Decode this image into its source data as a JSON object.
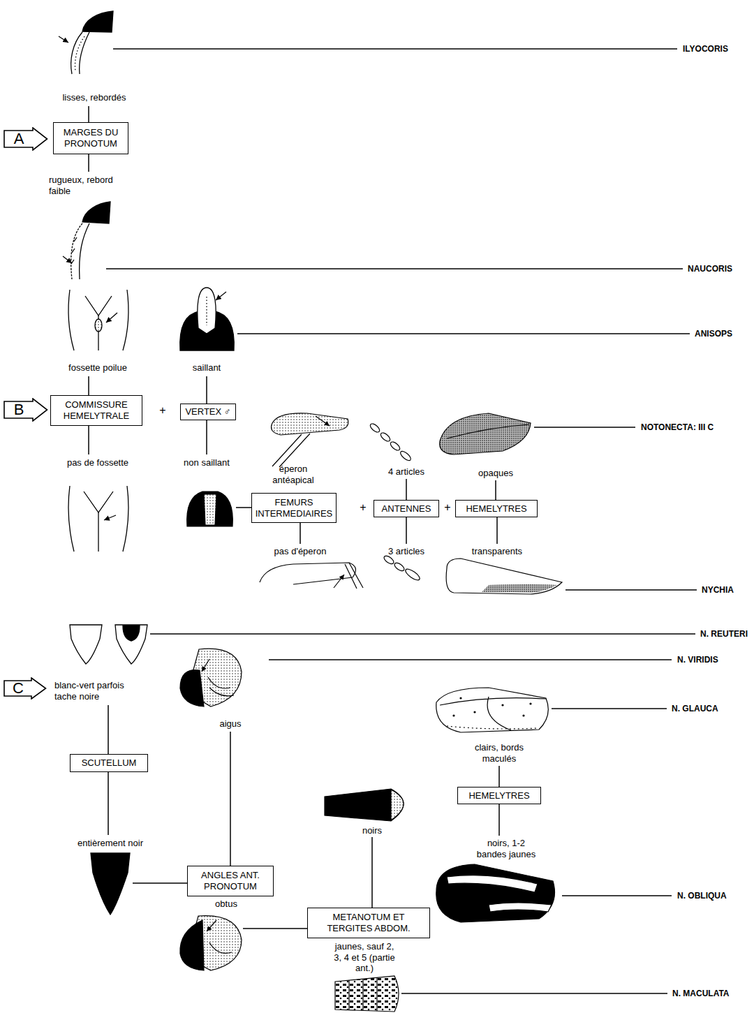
{
  "diagram": {
    "nodes": [
      {
        "text": [
          "A"
        ]
      },
      {
        "text": [
          "MARGES DU PRONOTUM"
        ]
      },
      {
        "text": [
          "B"
        ]
      },
      {
        "text": [
          "COMMISSURE HEMELYTRALE"
        ]
      },
      {
        "text": [
          "VERTEX ♂"
        ]
      },
      {
        "text": [
          "FEMURS INTERMEDIAIRES"
        ]
      },
      {
        "text": [
          "ANTENNES"
        ]
      },
      {
        "text": [
          "HEMELYTRES"
        ]
      },
      {
        "text": [
          "C"
        ]
      },
      {
        "text": [
          "SCUTELLUM"
        ]
      },
      {
        "text": [
          "HEMELYTRES"
        ]
      },
      {
        "text": [
          "ANGLES ANT. PRONOTUM"
        ]
      },
      {
        "text": [
          "METANOTUM ET TERGITES ABDOM."
        ]
      }
    ],
    "labels": [
      "ILYOCORIS",
      "lisses, rebordés",
      "rugueux, rebord faible",
      "NAUCORIS",
      "fossette poilue",
      "saillant",
      "ANISOPS",
      "+",
      "NOTONECTA: III C",
      "pas de fossette",
      "non saillant",
      "éperon antéapical",
      "4 articles",
      "opaques",
      "+",
      "+",
      "pas d'éperon",
      "3 articles",
      "transparents",
      "NYCHIA",
      "N. REUTERI",
      "N. VIRIDIS",
      "blanc-vert parfois tache noire",
      "aigus",
      "N. GLAUCA",
      "clairs, bords maculés",
      "entièrement noir",
      "noirs",
      "noirs, 1-2 bandes jaunes",
      "N. OBLIQUA",
      "obtus",
      "jaunes, sauf 2, 3, 4 et 5 (partie ant.)",
      "N. MACULATA"
    ]
  }
}
